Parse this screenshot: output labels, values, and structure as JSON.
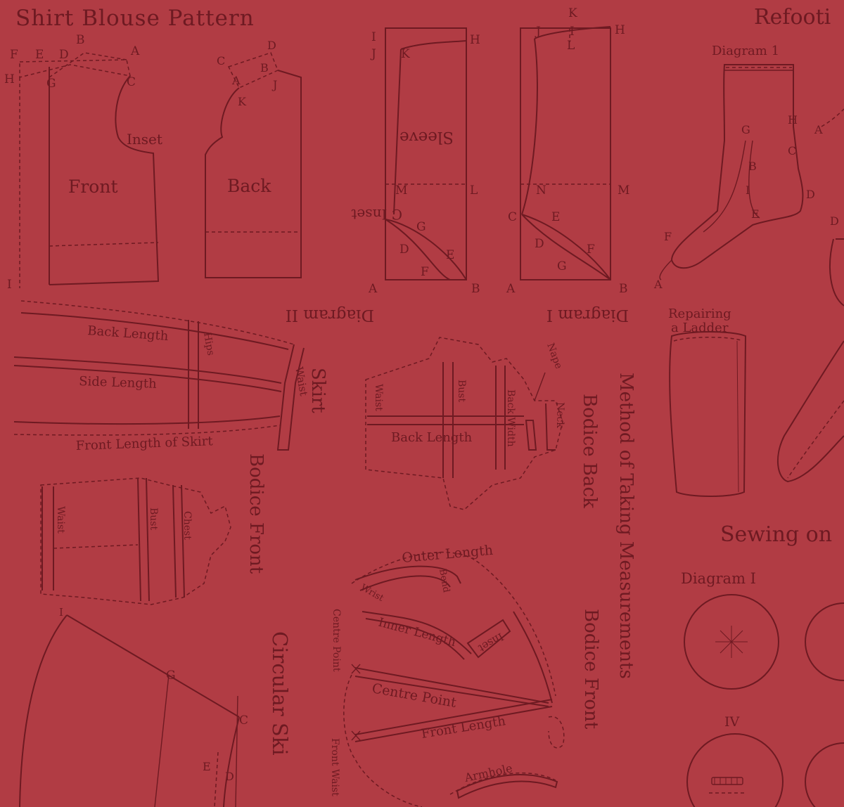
{
  "colors": {
    "background": "#b13c44",
    "ink": "#6e1a22"
  },
  "shirt": {
    "title": "Shirt Blouse Pattern",
    "front": "Front",
    "back": "Back",
    "inset": "Inset",
    "letters": [
      "F",
      "E",
      "D",
      "B",
      "A",
      "H",
      "G",
      "C",
      "I",
      "C",
      "D",
      "B",
      "A",
      "J",
      "K"
    ]
  },
  "sleeve": {
    "sleeve_label": "Sleeve",
    "inset_label": "C Inset",
    "diagram2": "Diagram II",
    "diagram1": "Diagram I",
    "letters_d2": [
      "I",
      "J",
      "K",
      "H",
      "M",
      "L",
      "G",
      "D",
      "E",
      "F",
      "A",
      "B"
    ],
    "letters_d1": [
      "K",
      "I",
      "J",
      "L",
      "H",
      "N",
      "M",
      "C",
      "E",
      "D",
      "F",
      "G",
      "A",
      "B"
    ]
  },
  "skirt": {
    "back_length": "Back Length",
    "side_length": "Side Length",
    "front_length": "Front Length of Skirt",
    "hips": "Hips",
    "waist": "Waist",
    "title": "Skirt"
  },
  "bodice_front": {
    "waist": "Waist",
    "bust": "Bust",
    "chest": "Chest",
    "title": "Bodice Front"
  },
  "bodice_back": {
    "waist": "Waist",
    "bust": "Bust",
    "back_length": "Back Length",
    "back_width": "Back Width",
    "nape": "Nape",
    "neck": "Neck",
    "title": "Bodice Back"
  },
  "measurements": {
    "title": "Method of Taking Measurements",
    "bodice_front": "Bodice Front"
  },
  "sleeve_measure": {
    "outer_length": "Outer Length",
    "inner_length": "Inner Length",
    "bend": "Bend",
    "wrist": "Wrist",
    "inset": "Inset",
    "centre_point_left": "Centre Point",
    "centre_point": "Centre Point",
    "front_length": "Front Length",
    "front_waist": "Front Waist",
    "armhole": "Armhole"
  },
  "circular": {
    "title": "Circular Ski",
    "letters": [
      "I",
      "G",
      "C",
      "E",
      "D"
    ]
  },
  "refooting": {
    "title": "Refooti",
    "diagram1": "Diagram 1",
    "letters": [
      "G",
      "H",
      "C",
      "B",
      "I",
      "D",
      "E",
      "F",
      "A",
      "A",
      "D"
    ]
  },
  "ladder": {
    "line1": "Repairing",
    "line2": "a Ladder"
  },
  "sewing": {
    "title": "Sewing on",
    "diagram1": "Diagram I",
    "numeral": "IV"
  }
}
